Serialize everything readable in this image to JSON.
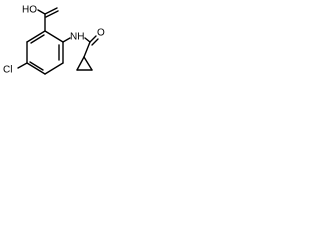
{
  "molecule": {
    "atom_labels": {
      "carboxyl": "HO",
      "amide_nh": "NH",
      "carbonyl_o": "O",
      "chloro": "Cl"
    },
    "colors": {
      "bond": "#000000",
      "label": "#000000",
      "background": "#ffffff"
    }
  }
}
